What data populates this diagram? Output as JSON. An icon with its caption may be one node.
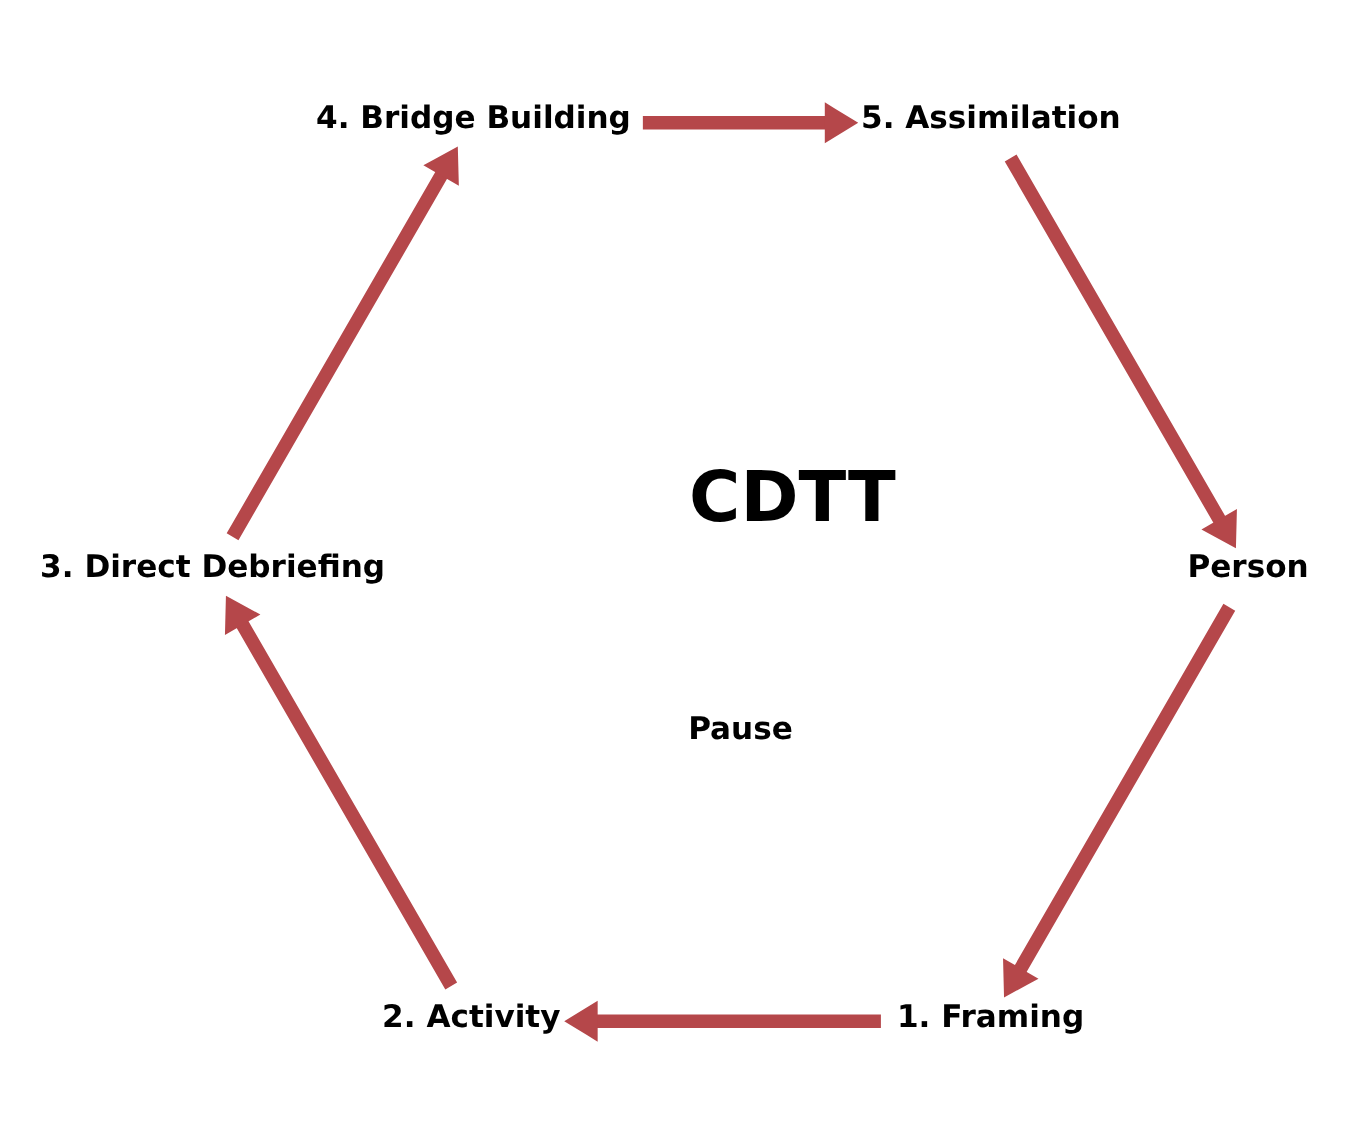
{
  "diagram": {
    "nodes": [
      {
        "text": [
          "1. Framing"
        ]
      },
      {
        "text": [
          "2. Activity"
        ]
      },
      {
        "text": [
          "3. Direct Debriefing"
        ]
      },
      {
        "text": [
          "4. Bridge Building"
        ]
      },
      {
        "text": [
          "5. Assimilation"
        ]
      },
      {
        "text": [
          "Person"
        ]
      }
    ],
    "edges": [
      {
        "from": 0,
        "to": 1,
        "arrow": "to"
      },
      {
        "from": 1,
        "to": 2,
        "arrow": "to"
      },
      {
        "from": 2,
        "to": 3,
        "arrow": "to"
      },
      {
        "from": 3,
        "to": 4,
        "arrow": "to"
      },
      {
        "from": 4,
        "to": 5,
        "arrow": "to"
      },
      {
        "from": 5,
        "to": 0,
        "arrow": "to"
      }
    ],
    "labels": [
      "CDTT",
      "Pause"
    ]
  }
}
